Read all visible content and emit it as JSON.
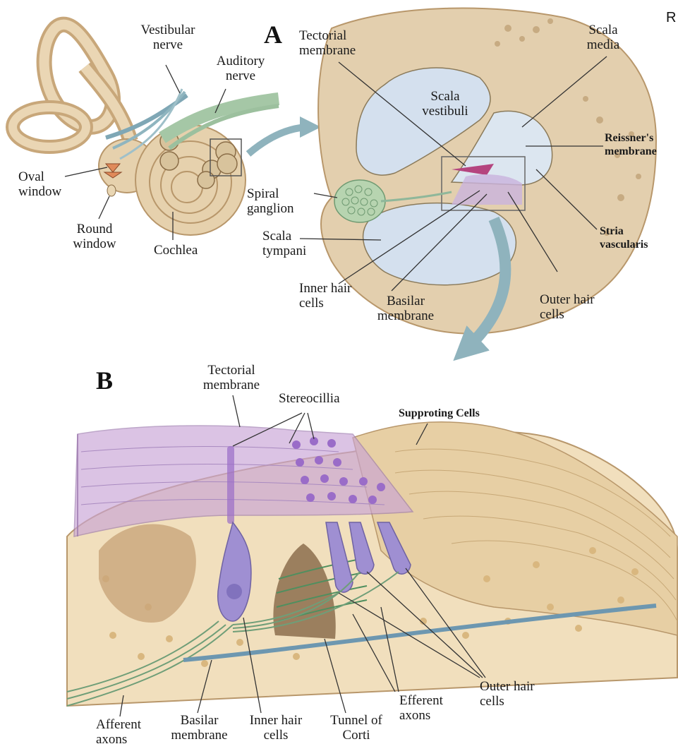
{
  "colors": {
    "bone": "#e3cfae",
    "bone_dark": "#b8976b",
    "fluid": "#d4e0ee",
    "membrane_purple": "#c9a4d6",
    "hair_cell": "#9f8fd2",
    "nerve_green": "#8fb79a",
    "tissue": "#f1dfbd",
    "cell_nucleus": "#d9b77f"
  },
  "corner_mark": "R",
  "panel_a": {
    "letter": "A",
    "labels": {
      "vestibular_nerve": "Vestibular nerve",
      "auditory_nerve": "Auditory nerve",
      "oval_window": "Oval window",
      "round_window": "Round window",
      "cochlea": "Cochlea",
      "tectorial_membrane": "Tectorial membrane",
      "scala_media": "Scala media",
      "scala_vestibuli": "Scala vestibuli",
      "reissners_membrane": "Reissner's membrane",
      "spiral_ganglion": "Spiral ganglion",
      "scala_tympani": "Scala tympani",
      "stria_vascularis": "Stria vascularis",
      "inner_hair_cells": "Inner hair cells",
      "basilar_membrane": "Basilar membrane",
      "outer_hair_cells": "Outer hair cells"
    }
  },
  "panel_b": {
    "letter": "B",
    "labels": {
      "tectorial_membrane": "Tectorial membrane",
      "stereocilia": "Stereocillia",
      "supporting_cells": "Supproting Cells",
      "outer_hair_cells": "Outer hair cells",
      "efferent_axons": "Efferent axons",
      "afferent_axons": "Afferent axons",
      "basilar_membrane": "Basilar membrane",
      "inner_hair_cells": "Inner hair cells",
      "tunnel_of_corti": "Tunnel of Corti"
    }
  }
}
